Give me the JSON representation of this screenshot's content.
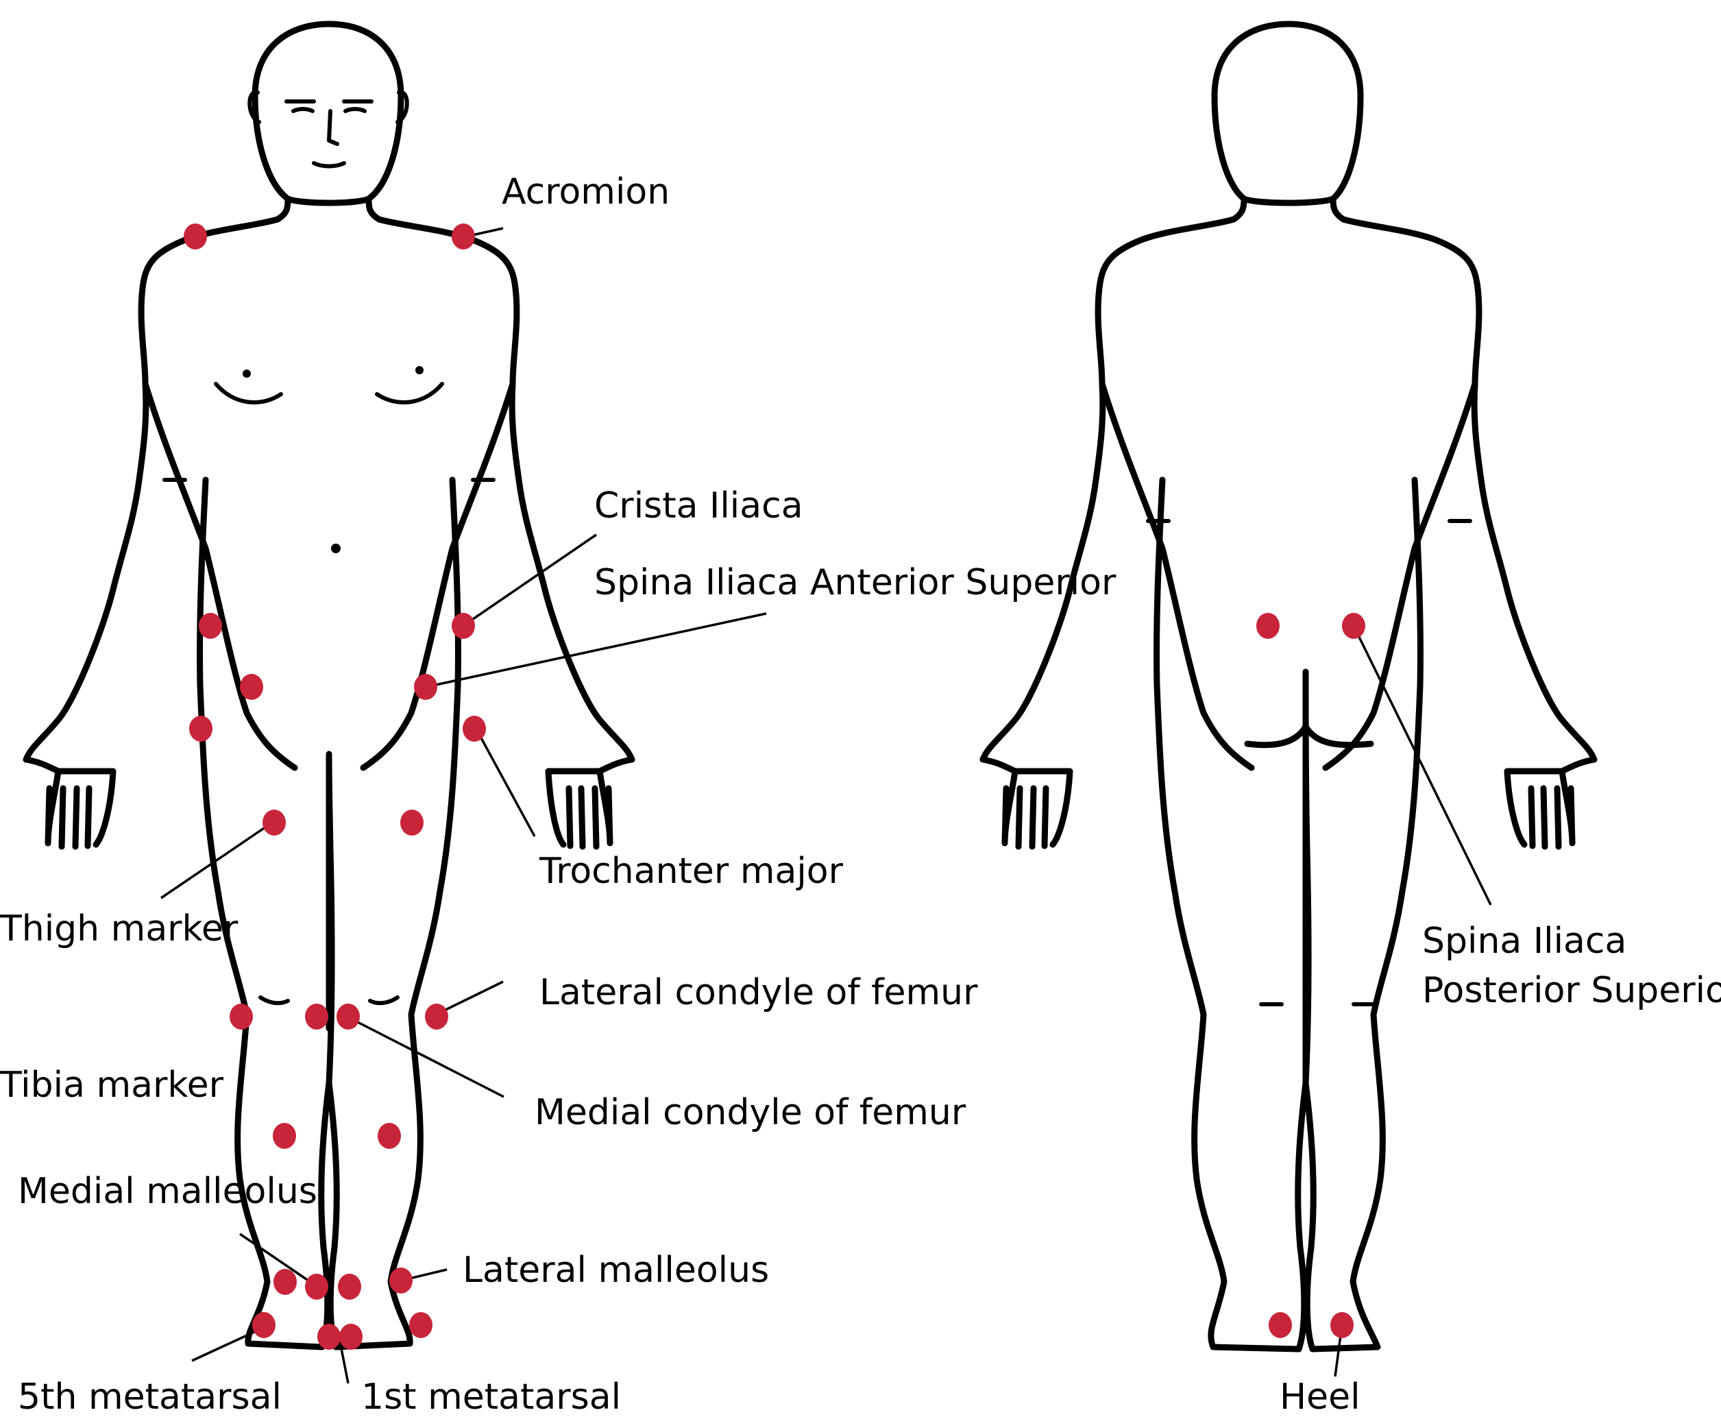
{
  "colors": {
    "marker": "#c8243a",
    "outline": "#000000",
    "background": "#ffffff"
  },
  "labels": {
    "acromion": "Acromion",
    "crista_iliaca": "Crista Iliaca",
    "spina_iliaca_anterior_superior": "Spina Iliaca Anterior Superior",
    "trochanter_major": "Trochanter major",
    "thigh_marker": "Thigh marker",
    "lateral_condyle_of_femur": "Lateral condyle of femur",
    "tibia_marker": "Tibia marker",
    "medial_condyle_of_femur": "Medial condyle of femur",
    "medial_malleolus": "Medial malleolus",
    "lateral_malleolus": "Lateral malleolus",
    "fifth_metatarsal": "5th metatarsal",
    "first_metatarsal": "1st metatarsal",
    "spina_iliaca_posterior_superior_line1": "Spina Iliaca",
    "spina_iliaca_posterior_superior_line2": "Posterior Superior",
    "heel": "Heel"
  }
}
